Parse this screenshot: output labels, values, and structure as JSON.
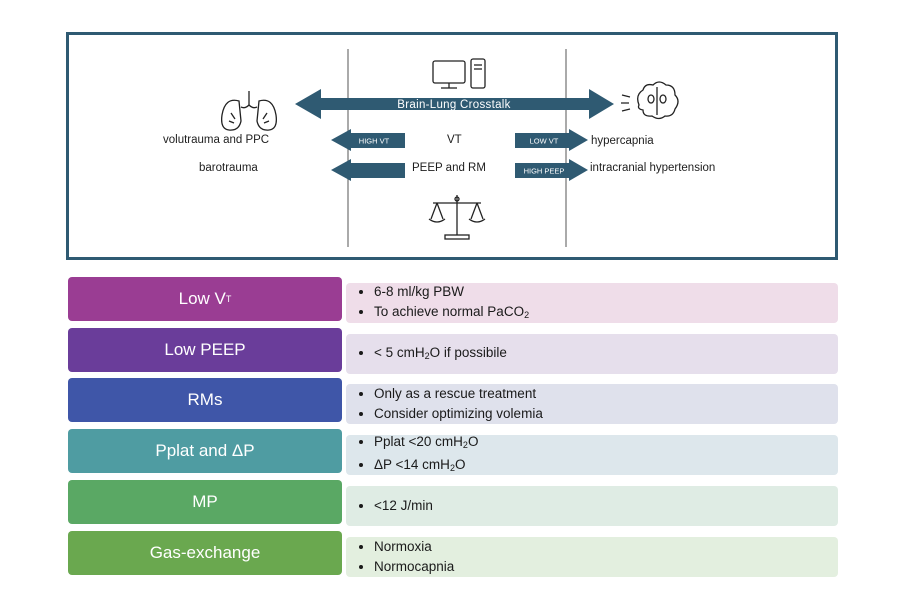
{
  "diagram": {
    "crosstalk_label": "Brain-Lung Crosstalk",
    "left_labels": [
      "volutrauma and PPC",
      "barotrauma"
    ],
    "center_labels": [
      "VT",
      "PEEP and RM"
    ],
    "left_arrow_labels": [
      "HIGH VT",
      ""
    ],
    "right_arrow_labels": [
      "LOW VT",
      "HIGH PEEP"
    ],
    "right_labels": [
      "hypercapnia",
      "intracranial hypertension"
    ],
    "icons": [
      "lungs-icon",
      "computer-icon",
      "brain-icon",
      "scale-icon"
    ]
  },
  "colors": {
    "border": "#2f5a72",
    "arrow": "#2f5a72",
    "row_colors": [
      "#9a3d93",
      "#6a3d9a",
      "#3f56a8",
      "#4f9ca2",
      "#5aa864",
      "#6aa84f"
    ],
    "body_colors": [
      "#efdde9",
      "#e6dfec",
      "#dfe1ec",
      "#dde7ec",
      "#dfece4",
      "#e3efdf"
    ]
  },
  "rows": [
    {
      "label": "Low V",
      "label_sub": "T",
      "bullets": [
        {
          "t": "6-8 ml/kg PBW"
        },
        {
          "t": "To achieve normal PaCO",
          "sub": "2"
        }
      ]
    },
    {
      "label": "Low PEEP",
      "label_sub": "",
      "bullets": [
        {
          "t": "< 5 cmH",
          "sub": "2",
          "tail": "O if possibile",
          "u": "<"
        }
      ]
    },
    {
      "label": "RMs",
      "label_sub": "",
      "bullets": [
        {
          "t": "Only as a rescue treatment"
        },
        {
          "t": "Consider optimizing volemia"
        }
      ]
    },
    {
      "label": "Pplat and ΔP",
      "label_sub": "",
      "bullets": [
        {
          "t": "Pplat <20 cmH",
          "sub": "2",
          "tail": "O"
        },
        {
          "t": "ΔP <14 cmH",
          "sub": "2",
          "tail": "O"
        }
      ]
    },
    {
      "label": "MP",
      "label_sub": "",
      "bullets": [
        {
          "t": "<12 J/min"
        }
      ]
    },
    {
      "label": "Gas-exchange",
      "label_sub": "",
      "bullets": [
        {
          "t": "Normoxia"
        },
        {
          "t": "Normocapnia"
        }
      ]
    }
  ]
}
